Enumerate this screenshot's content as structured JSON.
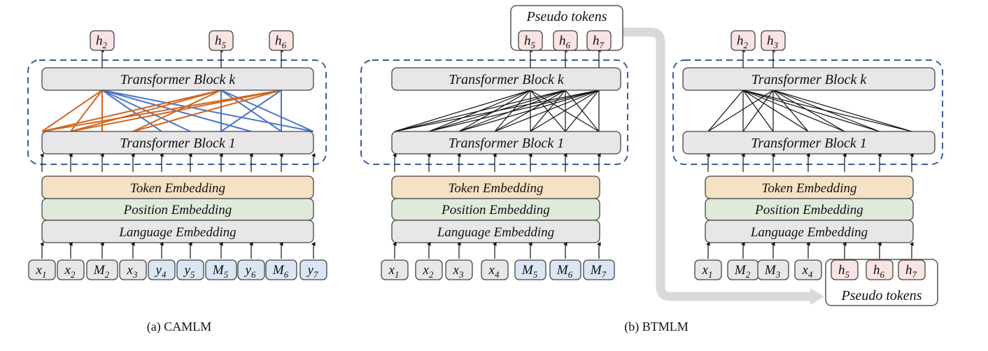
{
  "colors": {
    "block_fill": "#e8e6e8",
    "block_stroke": "#444444",
    "token_emb_fill": "#f5e1c4",
    "position_emb_fill": "#dfeadb",
    "language_emb_fill": "#e8e6e8",
    "token_gray_fill": "#e8e6e8",
    "token_blue_fill": "#dbe6f5",
    "output_pink_fill": "#f9e3e3",
    "dashed_stroke": "#3b5e9a",
    "edge_orange": "#d2661f",
    "edge_blue": "#4a76c8",
    "edge_black": "#111111",
    "flow_arrow": "#d9d9d9"
  },
  "labels": {
    "block_top": "Transformer Block k",
    "block_bottom": "Transformer Block 1",
    "token_embedding": "Token Embedding",
    "position_embedding": "Position Embedding",
    "language_embedding": "Language Embedding",
    "pseudo_tokens": "Pseudo tokens"
  },
  "panels": [
    {
      "id": "camlm",
      "caption": "(a) CAMLM",
      "inputs": [
        {
          "base": "x",
          "sub": "1",
          "kind": "gray"
        },
        {
          "base": "x",
          "sub": "2",
          "kind": "gray"
        },
        {
          "base": "M",
          "sub": "2",
          "kind": "gray"
        },
        {
          "base": "x",
          "sub": "3",
          "kind": "gray"
        },
        {
          "base": "y",
          "sub": "4",
          "kind": "blue"
        },
        {
          "base": "y",
          "sub": "5",
          "kind": "blue"
        },
        {
          "base": "M",
          "sub": "5",
          "kind": "blue"
        },
        {
          "base": "y",
          "sub": "6",
          "kind": "blue"
        },
        {
          "base": "M",
          "sub": "6",
          "kind": "blue"
        },
        {
          "base": "y",
          "sub": "7",
          "kind": "blue"
        }
      ],
      "outputs": [
        {
          "base": "h",
          "sub": "2",
          "column": 2
        },
        {
          "base": "h",
          "sub": "5",
          "column": 6
        },
        {
          "base": "h",
          "sub": "6",
          "column": 8
        }
      ],
      "attention_edges": [
        {
          "from_output_column": 2,
          "to_columns": [
            0,
            1,
            2
          ],
          "color": "orange"
        },
        {
          "from_output_column": 2,
          "to_columns": [
            4,
            5,
            7,
            9
          ],
          "color": "blue"
        },
        {
          "from_output_column": 6,
          "to_columns": [
            0,
            1,
            3
          ],
          "color": "orange"
        },
        {
          "from_output_column": 6,
          "to_columns": [
            6,
            8,
            9
          ],
          "color": "blue"
        },
        {
          "from_output_column": 8,
          "to_columns": [
            0,
            1,
            3
          ],
          "color": "orange"
        },
        {
          "from_output_column": 8,
          "to_columns": [
            6,
            8
          ],
          "color": "blue"
        }
      ]
    },
    {
      "id": "btmlm-step1",
      "caption": "",
      "inputs": [
        {
          "base": "x",
          "sub": "1",
          "kind": "gray"
        },
        {
          "base": "x",
          "sub": "2",
          "kind": "gray"
        },
        {
          "base": "x",
          "sub": "3",
          "kind": "gray"
        },
        {
          "base": "x",
          "sub": "4",
          "kind": "gray"
        },
        {
          "base": "M",
          "sub": "5",
          "kind": "blue"
        },
        {
          "base": "M",
          "sub": "6",
          "kind": "blue"
        },
        {
          "base": "M",
          "sub": "7",
          "kind": "blue"
        }
      ],
      "outputs": [
        {
          "base": "h",
          "sub": "5",
          "column": 4
        },
        {
          "base": "h",
          "sub": "6",
          "column": 5
        },
        {
          "base": "h",
          "sub": "7",
          "column": 6
        }
      ],
      "outputs_group_label": "Pseudo tokens",
      "attention_edges": [
        {
          "from_output_column": 4,
          "to_columns": [
            0,
            1,
            2,
            3,
            4,
            5,
            6
          ],
          "color": "black"
        },
        {
          "from_output_column": 5,
          "to_columns": [
            0,
            1,
            2,
            3,
            4,
            5,
            6
          ],
          "color": "black"
        },
        {
          "from_output_column": 6,
          "to_columns": [
            0,
            1,
            2,
            3,
            4,
            5,
            6
          ],
          "color": "black"
        }
      ]
    },
    {
      "id": "btmlm-step2",
      "caption": "",
      "inputs": [
        {
          "base": "x",
          "sub": "1",
          "kind": "gray"
        },
        {
          "base": "M",
          "sub": "2",
          "kind": "gray"
        },
        {
          "base": "M",
          "sub": "3",
          "kind": "gray"
        },
        {
          "base": "x",
          "sub": "4",
          "kind": "gray"
        },
        {
          "base": "h",
          "sub": "5",
          "kind": "pink"
        },
        {
          "base": "h",
          "sub": "6",
          "kind": "pink"
        },
        {
          "base": "h",
          "sub": "7",
          "kind": "pink"
        }
      ],
      "inputs_group_label": "Pseudo tokens",
      "outputs": [
        {
          "base": "h",
          "sub": "2",
          "column": 1
        },
        {
          "base": "h",
          "sub": "3",
          "column": 2
        }
      ],
      "attention_edges": [
        {
          "from_output_column": 1,
          "to_columns": [
            0,
            1,
            2,
            3,
            4,
            5,
            6
          ],
          "color": "black"
        },
        {
          "from_output_column": 2,
          "to_columns": [
            0,
            1,
            2,
            3,
            4,
            5,
            6
          ],
          "color": "black"
        }
      ]
    }
  ],
  "group_caption": "(b) BTMLM"
}
